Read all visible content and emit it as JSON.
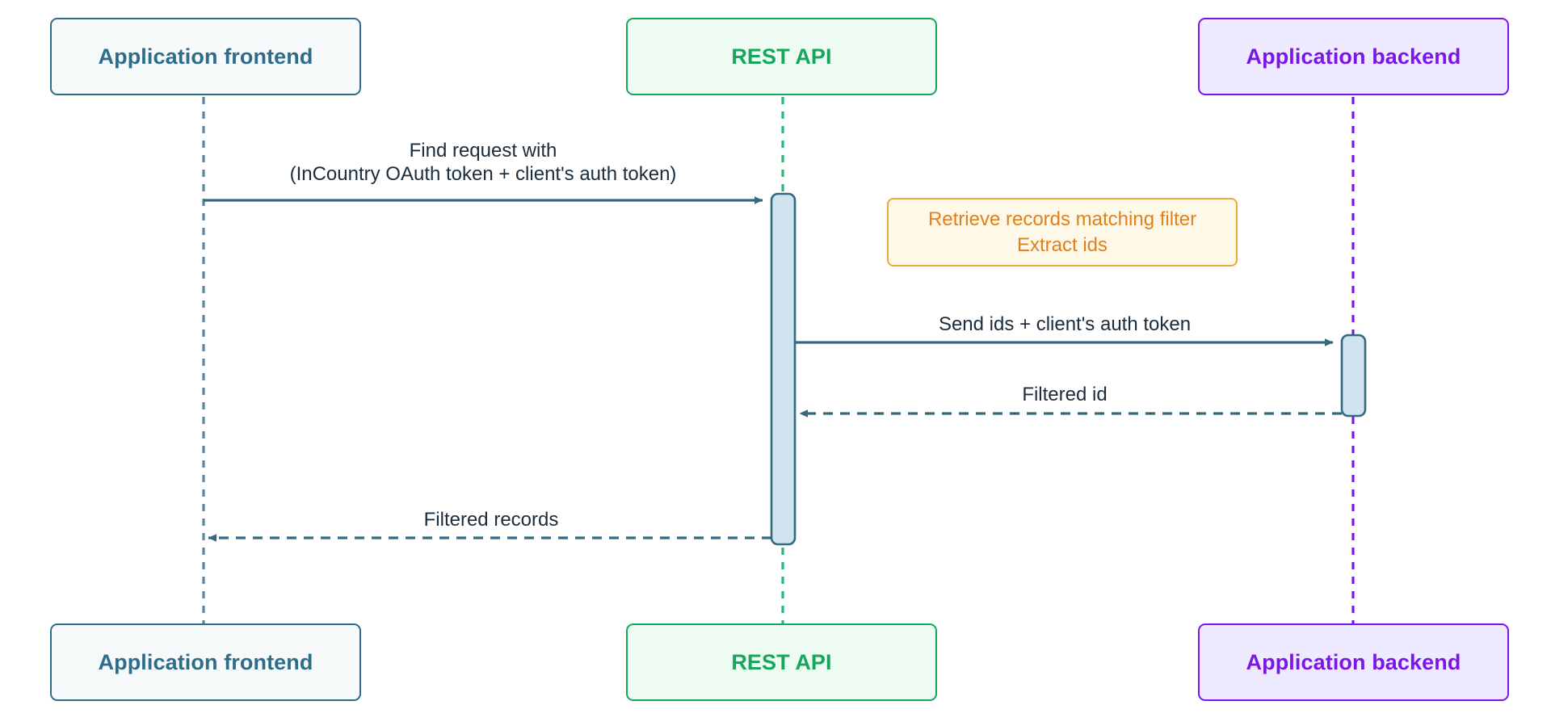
{
  "diagram": {
    "type": "sequence-diagram",
    "title": "",
    "background_color": "#ffffff"
  },
  "participants": [
    {
      "id": "frontend",
      "label": "Application frontend",
      "border_color": "#2e6c8a",
      "fill_color": "#f7fafb",
      "text_color": "#2e6c8a",
      "lifeline_color": "#5b85a3"
    },
    {
      "id": "rest_api",
      "label": "REST API",
      "border_color": "#16a75c",
      "fill_color": "#edfbf2",
      "text_color": "#16a75c",
      "lifeline_color": "#2bb673"
    },
    {
      "id": "backend",
      "label": "Application backend",
      "border_color": "#7b16e8",
      "fill_color": "#eeeaff",
      "text_color": "#7b16e8",
      "lifeline_color": "#7b16e8"
    }
  ],
  "notes": [
    {
      "id": "note-retrieve",
      "line1": "Retrieve records matching filter",
      "line2": "Extract ids",
      "border_color": "#e9a93c",
      "fill_color": "#fdf8e8",
      "text_color": "#e0811b"
    }
  ],
  "messages": [
    {
      "id": "msg-find-request",
      "line1": "Find request with",
      "line2": "(InCountry OAuth token + client's auth token)",
      "from": "frontend",
      "to": "rest_api",
      "style": "solid",
      "color": "#35697f"
    },
    {
      "id": "msg-send-ids",
      "line1": "Send ids + client's auth token",
      "line2": "",
      "from": "rest_api",
      "to": "backend",
      "style": "solid",
      "color": "#35697f"
    },
    {
      "id": "msg-filtered-id",
      "line1": "Filtered id",
      "line2": "",
      "from": "backend",
      "to": "rest_api",
      "style": "dashed",
      "color": "#35697f"
    },
    {
      "id": "msg-filtered-records",
      "line1": "Filtered records",
      "line2": "",
      "from": "rest_api",
      "to": "frontend",
      "style": "dashed",
      "color": "#35697f"
    }
  ],
  "activations": [
    {
      "id": "activation-rest-api",
      "participant": "rest_api",
      "fill_color": "#cfe4ef",
      "border_color": "#35697f"
    },
    {
      "id": "activation-backend",
      "participant": "backend",
      "fill_color": "#cfe4ef",
      "border_color": "#35697f"
    }
  ]
}
